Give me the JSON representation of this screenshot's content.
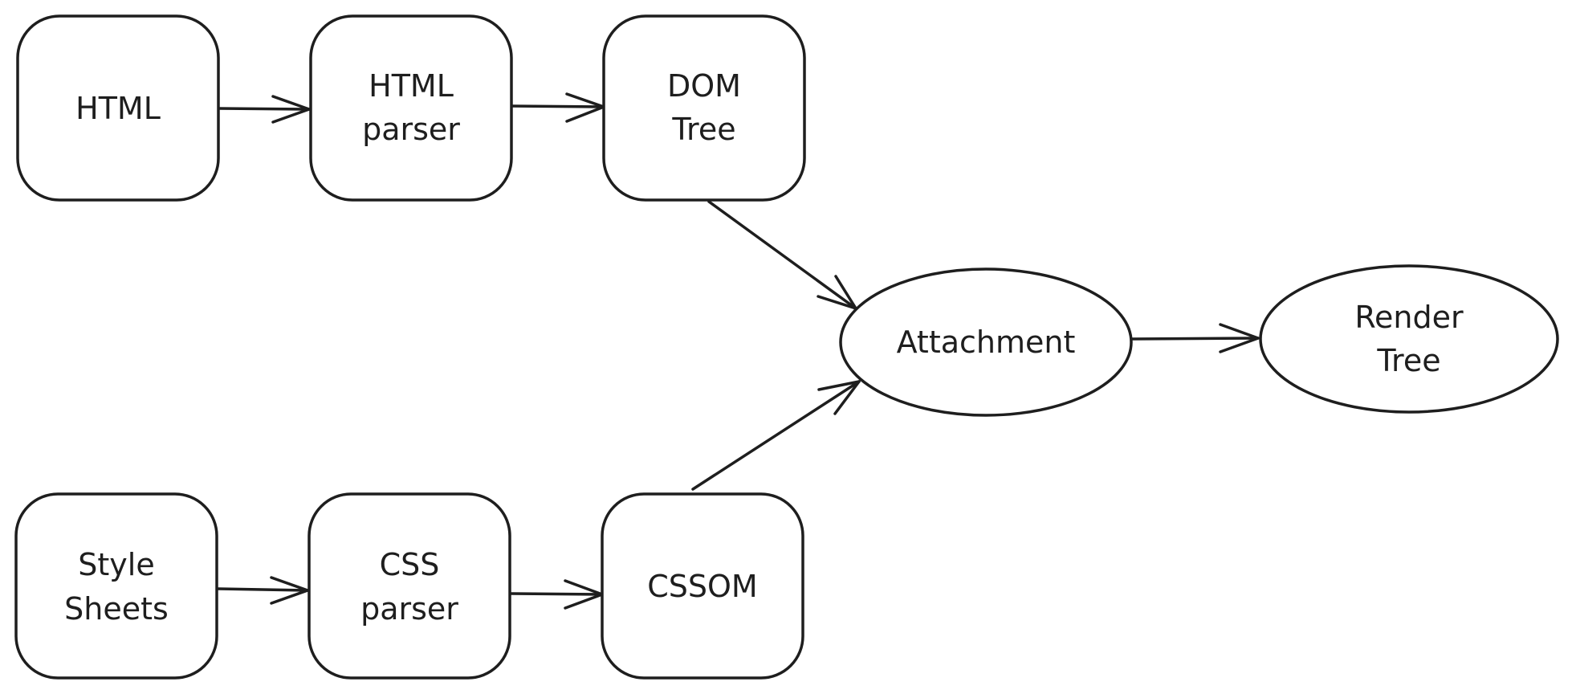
{
  "diagram": {
    "nodes": {
      "html": {
        "lines": [
          "HTML"
        ]
      },
      "html_parser": {
        "lines": [
          "HTML",
          "parser"
        ]
      },
      "dom_tree": {
        "lines": [
          "DOM",
          "Tree"
        ]
      },
      "style_sheets": {
        "lines": [
          "Style",
          "Sheets"
        ]
      },
      "css_parser": {
        "lines": [
          "CSS",
          "parser"
        ]
      },
      "cssom": {
        "lines": [
          "CSSOM"
        ]
      },
      "attachment": {
        "lines": [
          "Attachment"
        ]
      },
      "render_tree": {
        "lines": [
          "Render",
          "Tree"
        ]
      }
    },
    "edges": [
      {
        "from": "html",
        "to": "html_parser"
      },
      {
        "from": "html_parser",
        "to": "dom_tree"
      },
      {
        "from": "style_sheets",
        "to": "css_parser"
      },
      {
        "from": "css_parser",
        "to": "cssom"
      },
      {
        "from": "dom_tree",
        "to": "attachment"
      },
      {
        "from": "cssom",
        "to": "attachment"
      },
      {
        "from": "attachment",
        "to": "render_tree"
      }
    ]
  }
}
